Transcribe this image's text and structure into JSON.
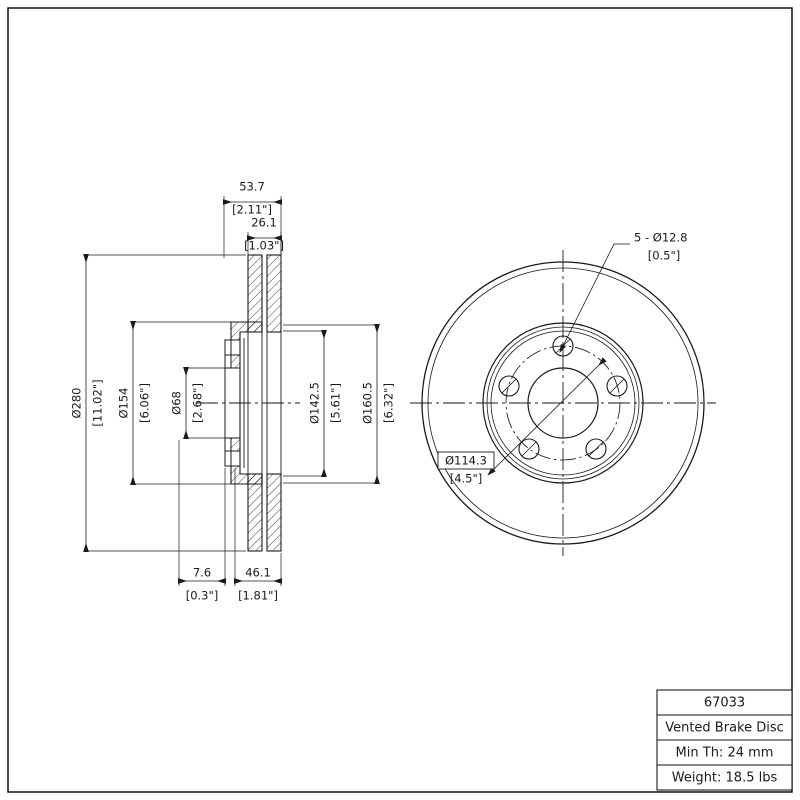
{
  "drawing": {
    "part_type": "vented-brake-disc-engineering-drawing",
    "views": {
      "section_view_label": "sectional-side-view",
      "front_view_label": "front-view"
    }
  },
  "dimensions": {
    "overall_thickness": {
      "metric": "53.7",
      "imperial": "[2.11\"]"
    },
    "rotor_thickness": {
      "metric": "26.1",
      "imperial": "[1.03\"]"
    },
    "outer_diameter": {
      "metric": "Ø280",
      "imperial": "[11.02\"]"
    },
    "hat_outer_diameter": {
      "metric": "Ø154",
      "imperial": "[6.06\"]"
    },
    "center_bore": {
      "metric": "Ø68",
      "imperial": "[2.68\"]"
    },
    "inner_pad_diameter": {
      "metric": "Ø142.5",
      "imperial": "[5.61\"]"
    },
    "vent_diameter": {
      "metric": "Ø160.5",
      "imperial": "[6.32\"]"
    },
    "hat_offset": {
      "metric": "7.6",
      "imperial": "[0.3\"]"
    },
    "hat_depth": {
      "metric": "46.1",
      "imperial": "[1.81\"]"
    },
    "bolt_holes": {
      "metric": "5 - Ø12.8",
      "imperial": "[0.5\"]"
    },
    "bolt_circle": {
      "metric": "Ø114.3",
      "imperial": "[4.5\"]"
    }
  },
  "title_block": {
    "rows": [
      {
        "name": "part-number",
        "value": "67033"
      },
      {
        "name": "part-description",
        "value": "Vented Brake Disc"
      },
      {
        "name": "minimum-thickness",
        "value": "Min Th: 24 mm"
      },
      {
        "name": "weight",
        "value": "Weight: 18.5 lbs"
      }
    ]
  },
  "style": {
    "line_color": "#1a1a1a",
    "border_color": "#000000",
    "text_color": "#1a1a1a"
  }
}
